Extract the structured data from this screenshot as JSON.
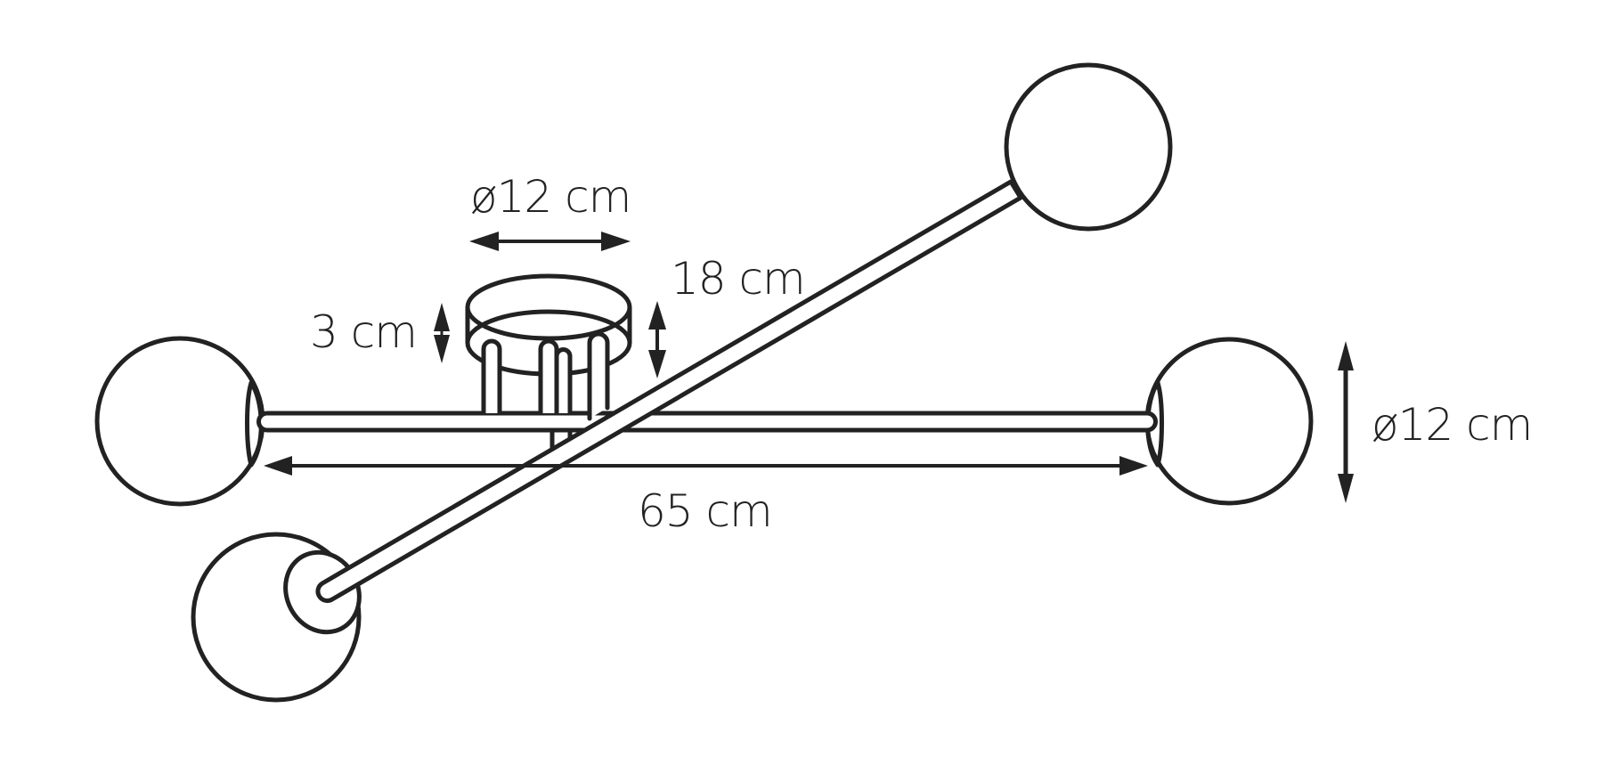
{
  "diagram": {
    "subject": "4-arm ceiling lamp with globe shades",
    "colors": {
      "stroke": "#222222",
      "background": "#ffffff"
    },
    "dimensions": {
      "canopy_diameter": "ø12 cm",
      "canopy_height": "3 cm",
      "total_height": "18 cm",
      "total_width": "65 cm",
      "globe_diameter": "ø12 cm"
    },
    "parts": [
      "ceiling-canopy",
      "mounting-posts",
      "horizontal-rod",
      "diagonal-rod",
      "globe-left",
      "globe-right",
      "globe-top-right",
      "globe-bottom-left"
    ]
  }
}
